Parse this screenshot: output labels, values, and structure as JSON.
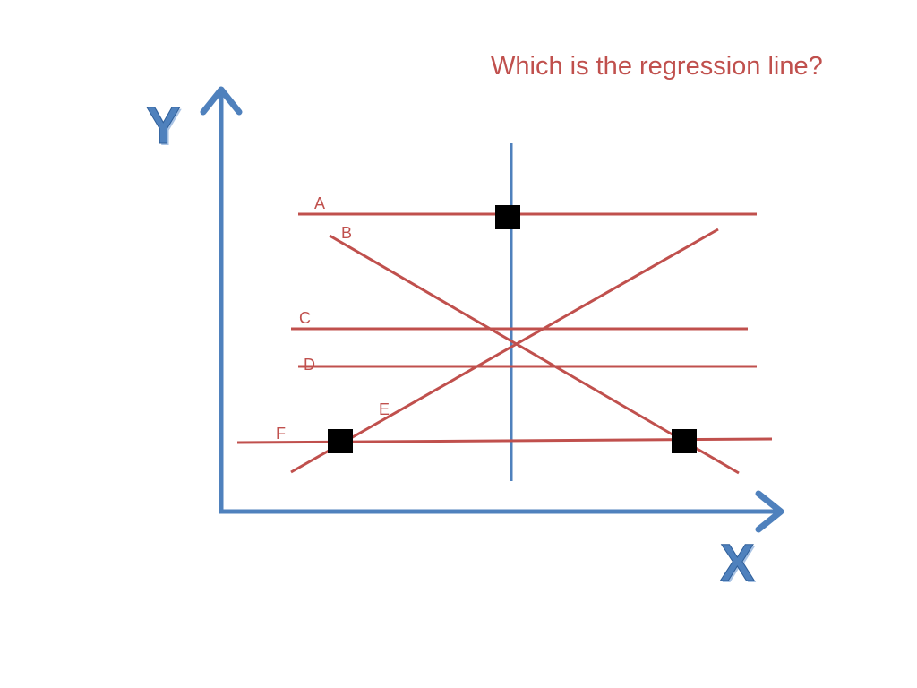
{
  "question": "Which is the regression line?",
  "axes": {
    "x_label": "X",
    "y_label": "Y"
  },
  "lines": [
    {
      "label": "A",
      "kind": "horizontal-top"
    },
    {
      "label": "B",
      "kind": "descending"
    },
    {
      "label": "C",
      "kind": "horizontal-mid-upper"
    },
    {
      "label": "D",
      "kind": "horizontal-mid-lower"
    },
    {
      "label": "E",
      "kind": "ascending"
    },
    {
      "label": "F",
      "kind": "horizontal-bottom"
    }
  ],
  "points": [
    {
      "name": "point-top"
    },
    {
      "name": "point-bottom-left"
    },
    {
      "name": "point-bottom-right"
    }
  ],
  "colors": {
    "axis": "#4f81bd",
    "line": "#c0504d",
    "point": "#000000"
  }
}
